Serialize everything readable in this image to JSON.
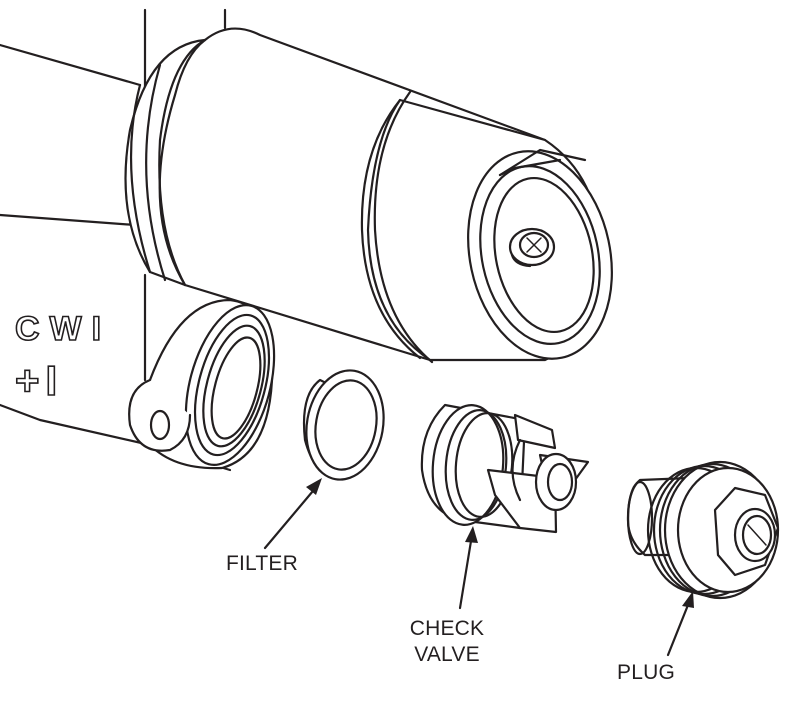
{
  "labels": {
    "filter": "FILTER",
    "check_valve_line1": "CHECK",
    "check_valve_line2": "VALVE",
    "plug": "PLUG"
  },
  "body_markings": {
    "line1": "CWI",
    "line2": "+I"
  },
  "colors": {
    "ink": "#231f20",
    "background": "#ffffff"
  }
}
